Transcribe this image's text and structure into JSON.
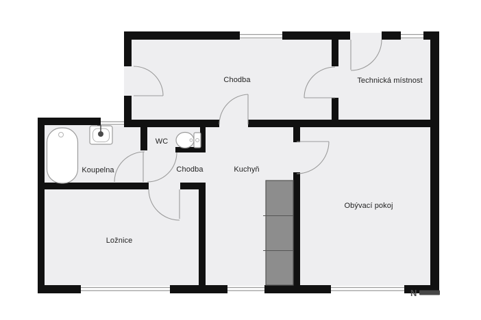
{
  "floorplan": {
    "rooms": [
      {
        "id": "chodba-top",
        "label": "Chodba"
      },
      {
        "id": "technicka-mistnost",
        "label": "Technická místnost"
      },
      {
        "id": "wc",
        "label": "WC"
      },
      {
        "id": "koupelna",
        "label": "Koupelna"
      },
      {
        "id": "chodba-lower",
        "label": "Chodba"
      },
      {
        "id": "kuchyn",
        "label": "Kuchyň"
      },
      {
        "id": "loznice",
        "label": "Ložnice"
      },
      {
        "id": "obyvaci-pokoj",
        "label": "Obývací pokoj"
      }
    ],
    "watermark": "N",
    "colors": {
      "background": "#ffffff",
      "wall": "#111111",
      "floor": "#eeeef0",
      "line": "#9b9b9b",
      "counter_fill": "#8d8d8d",
      "counter_line": "#555555",
      "label_color": "#1f1f1f"
    }
  }
}
